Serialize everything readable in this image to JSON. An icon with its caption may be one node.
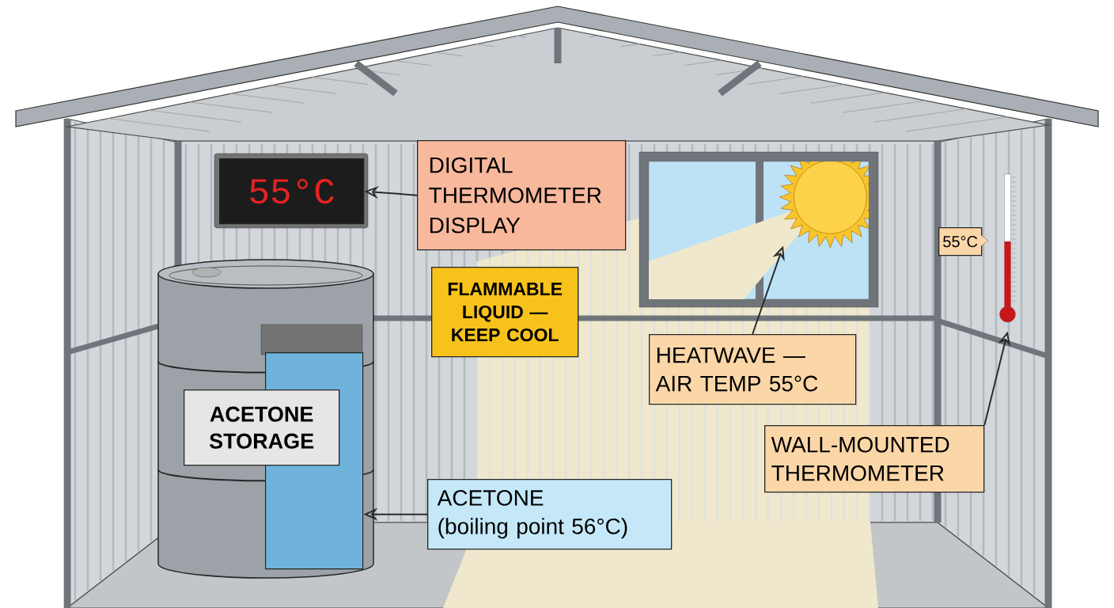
{
  "diagram": {
    "nodes": [
      {
        "text": [
          "55°C"
        ]
      },
      {
        "text": [
          "DIGITAL THERMOMETER DISPLAY"
        ]
      },
      {
        "text": [],
        "shape": "picture"
      },
      {
        "text": [],
        "shape": "picture"
      },
      {
        "text": [
          "55°C"
        ]
      },
      {
        "text": [],
        "shape": "cylinder"
      },
      {
        "text": [
          "ACETONE STORAGE"
        ],
        "in": 5
      },
      {
        "text": [],
        "shape": "box",
        "in": 5
      },
      {
        "text": [
          "FLAMMABLE LIQUID — KEEP COOL"
        ]
      },
      {
        "text": [
          "HEATWAVE — AIR TEMP 55°C"
        ]
      },
      {
        "text": [
          "WALL-MOUNTED THERMOMETER"
        ]
      },
      {
        "text": [
          "ACETONE",
          "(boiling point 56°C)"
        ]
      }
    ],
    "edges": [
      {
        "from": 1,
        "to": 0,
        "arrow": "to"
      },
      {
        "from": 9,
        "to": 2,
        "arrow": "to"
      },
      {
        "from": 10,
        "to": 3,
        "arrow": "to"
      },
      {
        "from": 11,
        "to": 7,
        "arrow": "to"
      }
    ]
  }
}
